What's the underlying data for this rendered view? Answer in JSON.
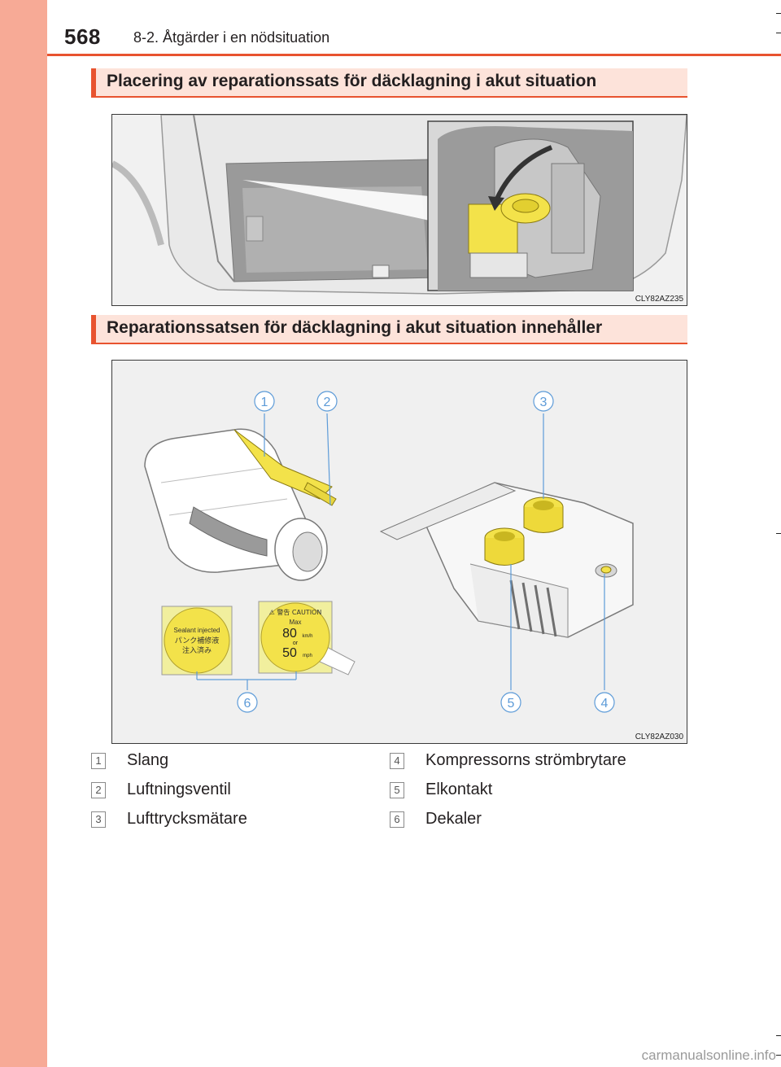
{
  "header": {
    "page_number": "568",
    "chapter": "8-2. Åtgärder i en nödsituation"
  },
  "sections": [
    {
      "title": "Placering av reparationssats för däcklagning i akut situation",
      "figure_code": "CLY82AZ235"
    },
    {
      "title": "Reparationssatsen för däcklagning i akut situation innehåller",
      "figure_code": "CLY82AZ030"
    }
  ],
  "callouts": [
    "1",
    "2",
    "3",
    "4",
    "5",
    "6"
  ],
  "decals": {
    "left": [
      "Sealant injected",
      "パンク補修液",
      "注入済み"
    ],
    "right": {
      "warning": "⚠ 警告 CAUTION",
      "max": "Max",
      "kmh_value": "80",
      "kmh_unit": "km/h",
      "or": "or",
      "mph_value": "50",
      "mph_unit": "mph"
    }
  },
  "legend": [
    {
      "num": "1",
      "label": "Slang"
    },
    {
      "num": "2",
      "label": "Luftningsventil"
    },
    {
      "num": "3",
      "label": "Lufttrycksmätare"
    },
    {
      "num": "4",
      "label": "Kompressorns strömbrytare"
    },
    {
      "num": "5",
      "label": "Elkontakt"
    },
    {
      "num": "6",
      "label": "Dekaler"
    }
  ],
  "footer": {
    "watermark": "carmanualsonline.info"
  },
  "colors": {
    "accent": "#e8532f",
    "side_bar": "#f7aa96",
    "heading_bg": "#fde3da",
    "kit_yellow": "#f3e24a"
  }
}
